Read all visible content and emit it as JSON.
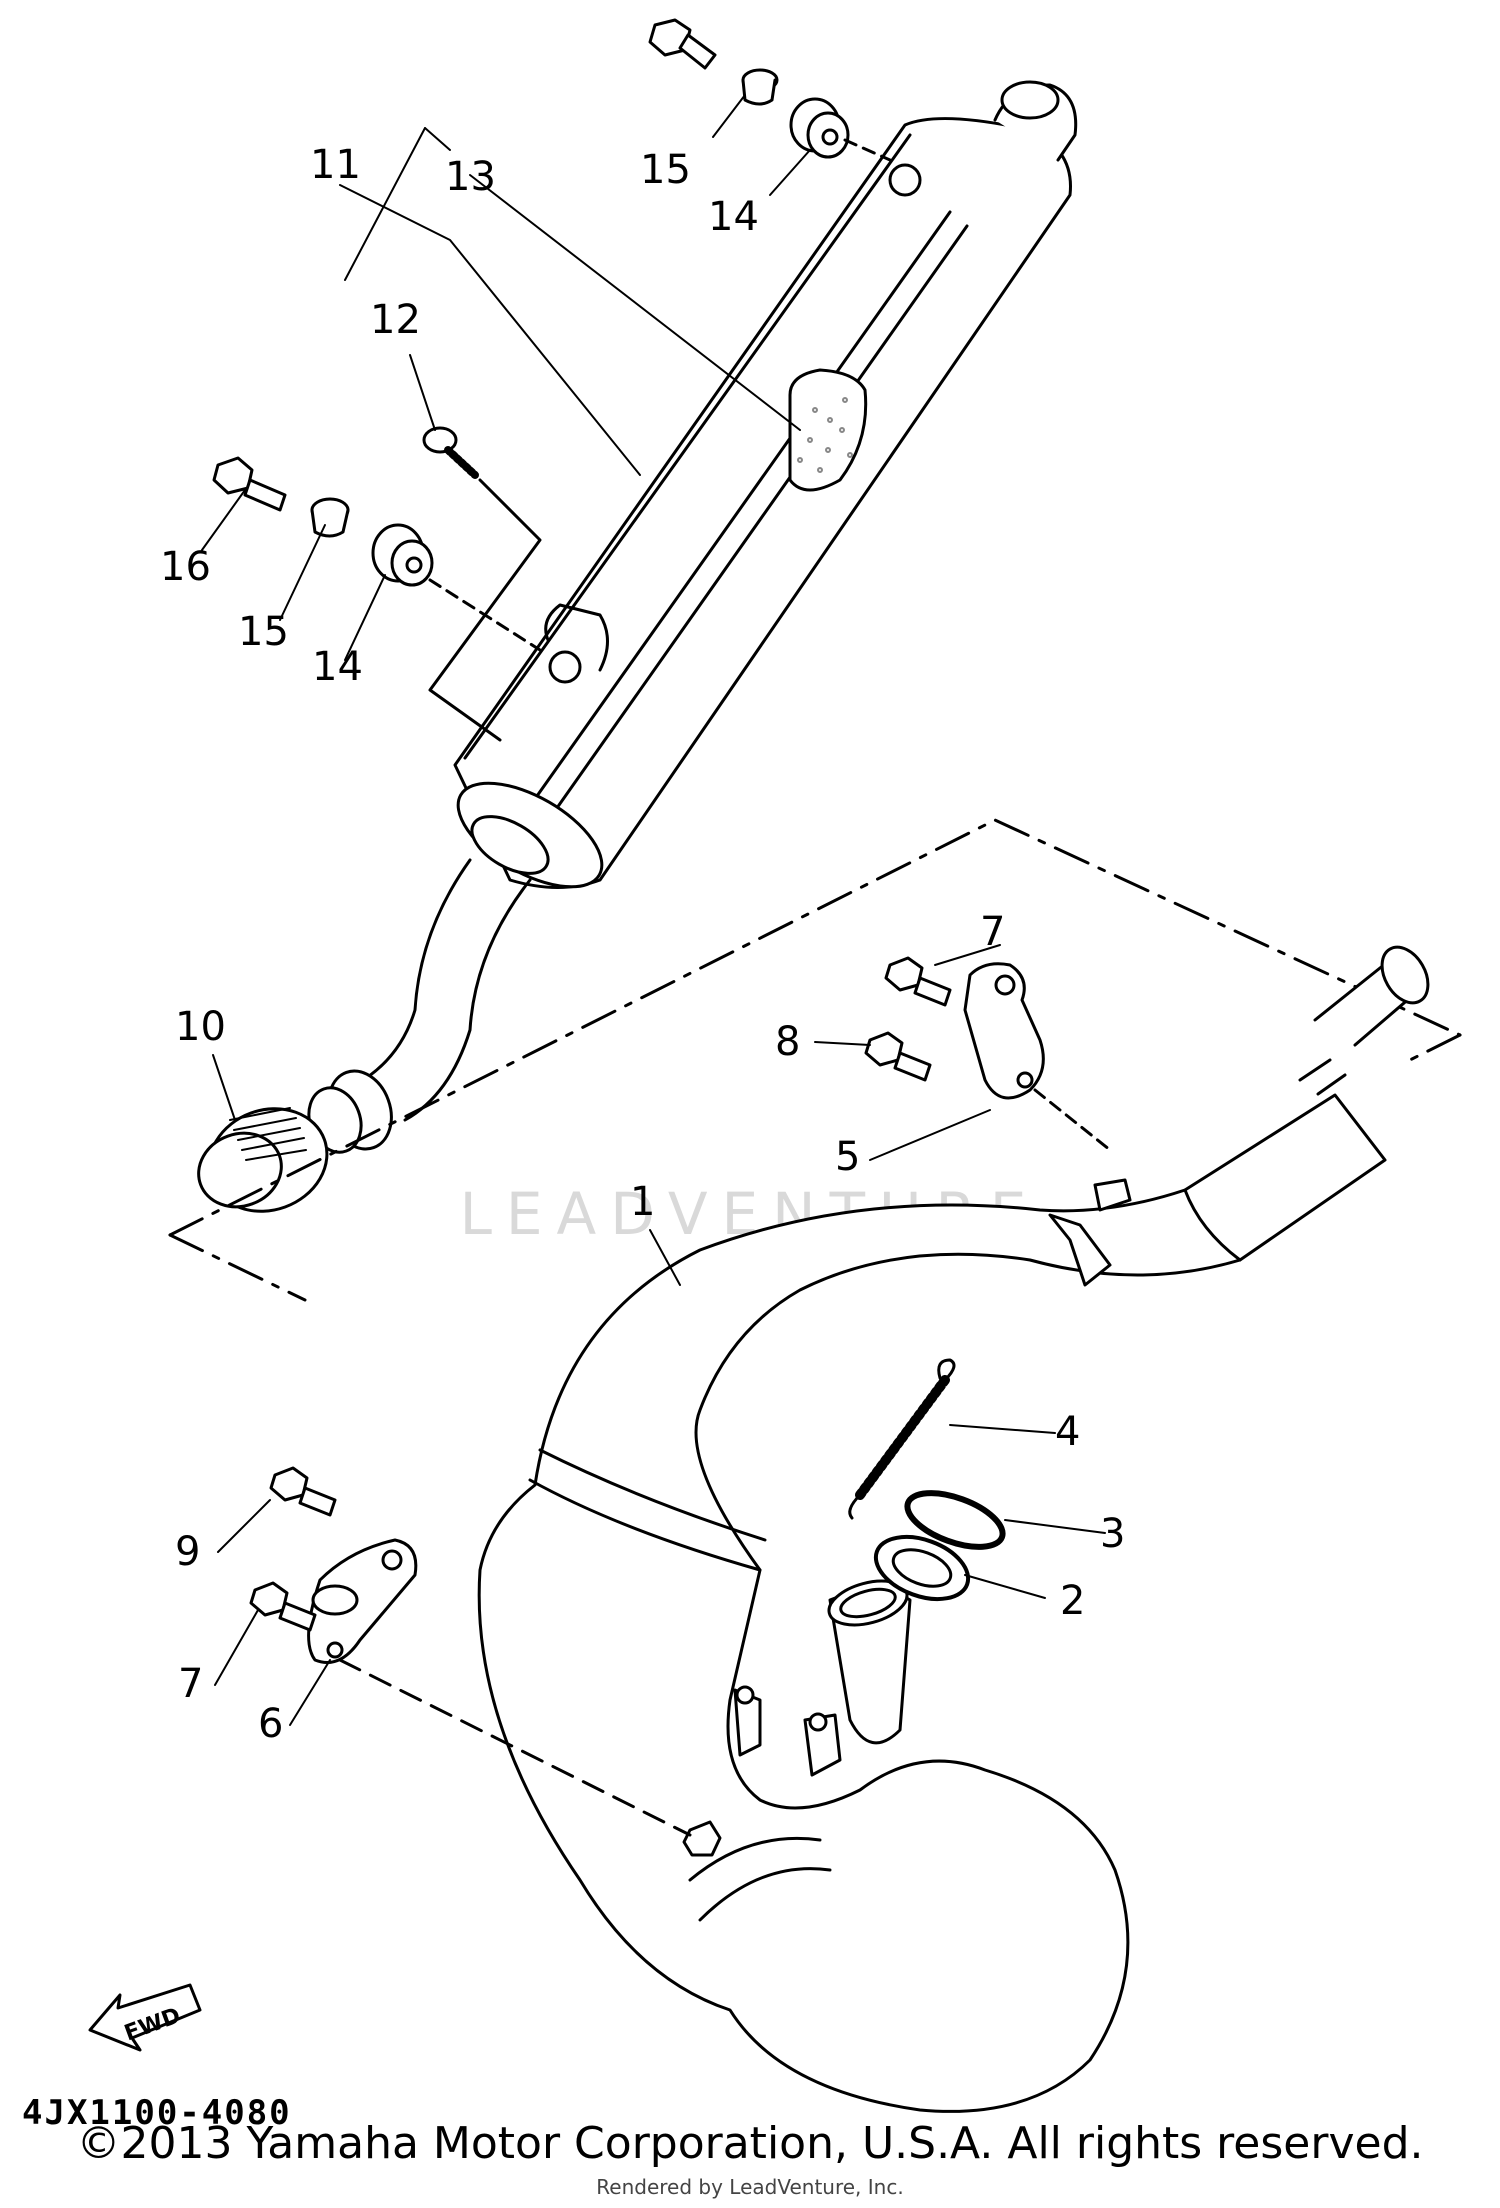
{
  "diagram": {
    "callouts": {
      "c1": "1",
      "c2": "2",
      "c3": "3",
      "c4": "4",
      "c5": "5",
      "c6": "6",
      "c7a": "7",
      "c7b": "7",
      "c8": "8",
      "c9": "9",
      "c10": "10",
      "c11": "11",
      "c12": "12",
      "c13": "13",
      "c14a": "14",
      "c14b": "14",
      "c15a": "15",
      "c15b": "15",
      "c16": "16"
    },
    "fwd_label": "FWD",
    "watermark": "LEADVENTURE"
  },
  "footer": {
    "part_code": "4JX1100-4080",
    "copyright": "©2013 Yamaha Motor Corporation, U.S.A. All rights reserved.",
    "rendered_by": "Rendered by LeadVenture, Inc."
  }
}
